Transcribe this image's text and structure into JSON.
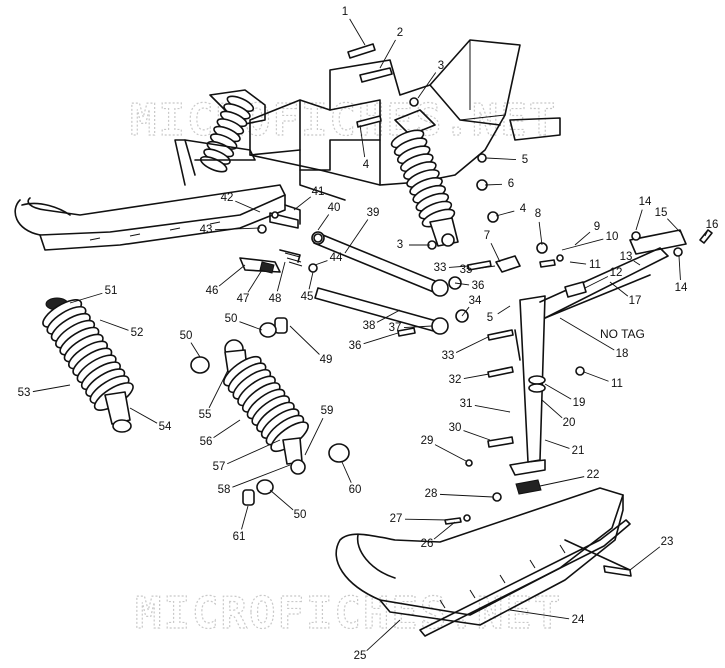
{
  "watermark": "MICROFICHES.NET",
  "no_tag_label": "NO TAG",
  "callouts": [
    {
      "id": "c1",
      "label": "1"
    },
    {
      "id": "c2",
      "label": "2"
    },
    {
      "id": "c3a",
      "label": "3"
    },
    {
      "id": "c3b",
      "label": "3"
    },
    {
      "id": "c4a",
      "label": "4"
    },
    {
      "id": "c4b",
      "label": "4"
    },
    {
      "id": "c5a",
      "label": "5"
    },
    {
      "id": "c5b",
      "label": "5"
    },
    {
      "id": "c6",
      "label": "6"
    },
    {
      "id": "c7",
      "label": "7"
    },
    {
      "id": "c8",
      "label": "8"
    },
    {
      "id": "c9",
      "label": "9"
    },
    {
      "id": "c10",
      "label": "10"
    },
    {
      "id": "c11a",
      "label": "11"
    },
    {
      "id": "c11b",
      "label": "11"
    },
    {
      "id": "c12",
      "label": "12"
    },
    {
      "id": "c13",
      "label": "13"
    },
    {
      "id": "c14a",
      "label": "14"
    },
    {
      "id": "c14b",
      "label": "14"
    },
    {
      "id": "c15",
      "label": "15"
    },
    {
      "id": "c16",
      "label": "16"
    },
    {
      "id": "c17",
      "label": "17"
    },
    {
      "id": "c18",
      "label": "18"
    },
    {
      "id": "c19",
      "label": "19"
    },
    {
      "id": "c20",
      "label": "20"
    },
    {
      "id": "c21",
      "label": "21"
    },
    {
      "id": "c22",
      "label": "22"
    },
    {
      "id": "c23",
      "label": "23"
    },
    {
      "id": "c24",
      "label": "24"
    },
    {
      "id": "c25",
      "label": "25"
    },
    {
      "id": "c26",
      "label": "26"
    },
    {
      "id": "c27",
      "label": "27"
    },
    {
      "id": "c28",
      "label": "28"
    },
    {
      "id": "c29",
      "label": "29"
    },
    {
      "id": "c30",
      "label": "30"
    },
    {
      "id": "c31",
      "label": "31"
    },
    {
      "id": "c32",
      "label": "32"
    },
    {
      "id": "c33a",
      "label": "33"
    },
    {
      "id": "c33b",
      "label": "33"
    },
    {
      "id": "c34",
      "label": "34"
    },
    {
      "id": "c35",
      "label": "35"
    },
    {
      "id": "c36a",
      "label": "36"
    },
    {
      "id": "c36b",
      "label": "36"
    },
    {
      "id": "c37",
      "label": "37"
    },
    {
      "id": "c38",
      "label": "38"
    },
    {
      "id": "c39",
      "label": "39"
    },
    {
      "id": "c40",
      "label": "40"
    },
    {
      "id": "c41",
      "label": "41"
    },
    {
      "id": "c42",
      "label": "42"
    },
    {
      "id": "c43",
      "label": "43"
    },
    {
      "id": "c44",
      "label": "44"
    },
    {
      "id": "c45",
      "label": "45"
    },
    {
      "id": "c46",
      "label": "46"
    },
    {
      "id": "c47",
      "label": "47"
    },
    {
      "id": "c48",
      "label": "48"
    },
    {
      "id": "c49",
      "label": "49"
    },
    {
      "id": "c50a",
      "label": "50"
    },
    {
      "id": "c50b",
      "label": "50"
    },
    {
      "id": "c50c",
      "label": "50"
    },
    {
      "id": "c51",
      "label": "51"
    },
    {
      "id": "c52",
      "label": "52"
    },
    {
      "id": "c53",
      "label": "53"
    },
    {
      "id": "c54",
      "label": "54"
    },
    {
      "id": "c55",
      "label": "55"
    },
    {
      "id": "c56",
      "label": "56"
    },
    {
      "id": "c57",
      "label": "57"
    },
    {
      "id": "c58",
      "label": "58"
    },
    {
      "id": "c59",
      "label": "59"
    },
    {
      "id": "c60",
      "label": "60"
    },
    {
      "id": "c61",
      "label": "61"
    }
  ]
}
